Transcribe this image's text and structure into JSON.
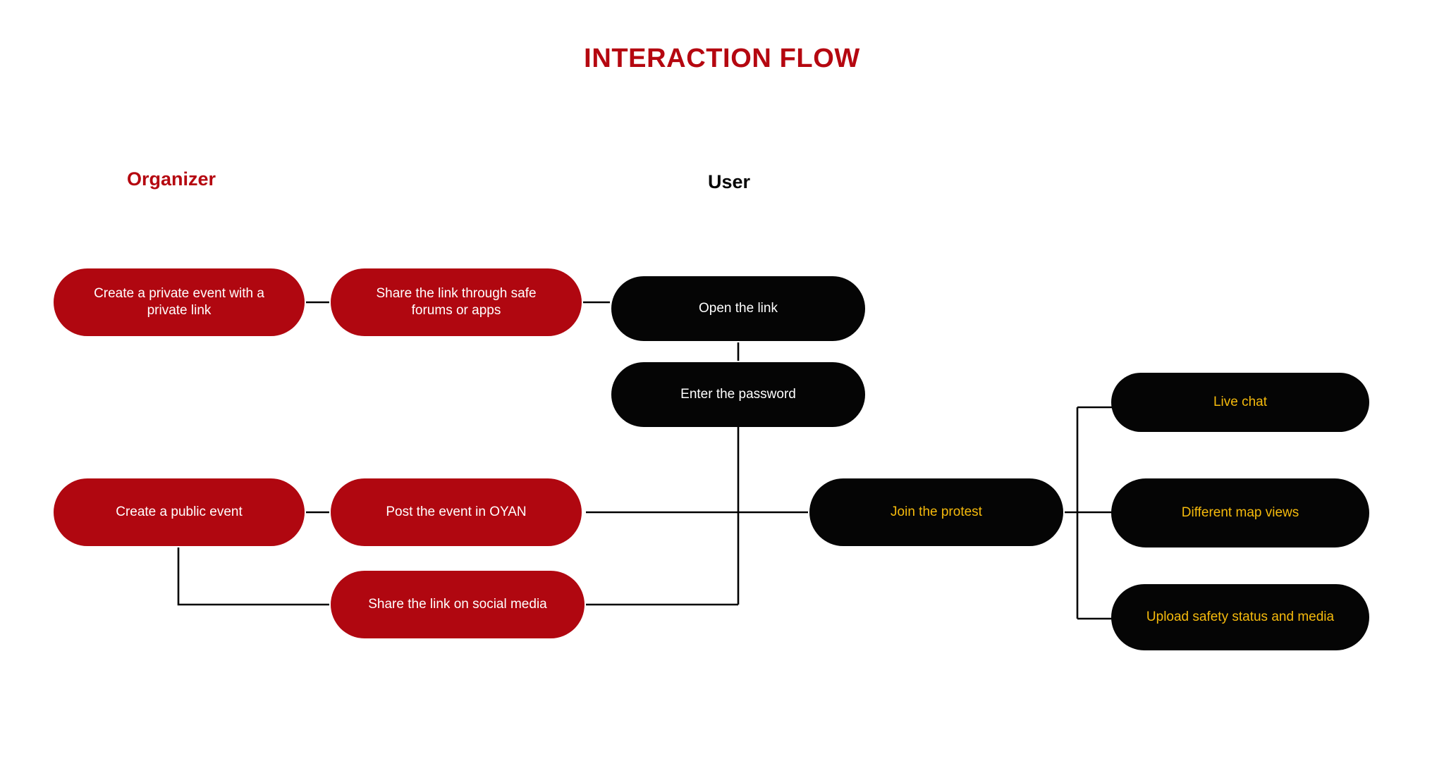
{
  "title": "INTERACTION FLOW",
  "theme": {
    "background": "#ffffff",
    "red": "#B00710",
    "title_red": "#B50710",
    "black": "#050505",
    "amber": "#F5BA0C",
    "white": "#ffffff",
    "connector": "#000000"
  },
  "columns": {
    "organizer_label": "Organizer",
    "user_label": "User"
  },
  "chart_data": {
    "type": "diagram",
    "title": "INTERACTION FLOW",
    "lanes": [
      "Organizer",
      "User"
    ],
    "nodes": [
      {
        "id": "create-private",
        "label": "Create a private event with a\nprivate link",
        "style": "red",
        "lane": "Organizer"
      },
      {
        "id": "share-forums",
        "label": "Share the link through safe\nforums or apps",
        "style": "red",
        "lane": "Organizer"
      },
      {
        "id": "open-link",
        "label": "Open the link",
        "style": "black",
        "lane": "User"
      },
      {
        "id": "enter-password",
        "label": "Enter the password",
        "style": "black",
        "lane": "User"
      },
      {
        "id": "create-public",
        "label": "Create a public event",
        "style": "red",
        "lane": "Organizer"
      },
      {
        "id": "post-oyan",
        "label": "Post the event in OYAN",
        "style": "red",
        "lane": "Organizer"
      },
      {
        "id": "share-social",
        "label": "Share the link on social media",
        "style": "red",
        "lane": "Organizer"
      },
      {
        "id": "join-protest",
        "label": "Join the protest",
        "style": "black-amber",
        "lane": "User"
      },
      {
        "id": "live-chat",
        "label": "Live chat",
        "style": "black-amber",
        "lane": "User"
      },
      {
        "id": "map-views",
        "label": "Different map views",
        "style": "black-amber",
        "lane": "User"
      },
      {
        "id": "upload-safety",
        "label": "Upload safety status and media",
        "style": "black-amber",
        "lane": "User"
      }
    ],
    "edges": [
      {
        "from": "create-private",
        "to": "share-forums"
      },
      {
        "from": "share-forums",
        "to": "open-link"
      },
      {
        "from": "open-link",
        "to": "enter-password"
      },
      {
        "from": "enter-password",
        "to": "share-social"
      },
      {
        "from": "create-public",
        "to": "post-oyan"
      },
      {
        "from": "create-public",
        "to": "share-social"
      },
      {
        "from": "post-oyan",
        "to": "join-protest"
      },
      {
        "from": "share-social",
        "to": "join-protest"
      },
      {
        "from": "join-protest",
        "to": "live-chat"
      },
      {
        "from": "join-protest",
        "to": "map-views"
      },
      {
        "from": "join-protest",
        "to": "upload-safety"
      }
    ]
  },
  "nodes": {
    "create_private": "Create a private event with a\nprivate link",
    "share_forums": "Share the link through safe\nforums or apps",
    "open_link": "Open the link",
    "enter_password": "Enter the password",
    "create_public": "Create a public event",
    "post_oyan": "Post the event in OYAN",
    "share_social": "Share the link on social media",
    "join_protest": "Join the protest",
    "live_chat": "Live chat",
    "map_views": "Different map views",
    "upload_safety": "Upload safety status and media"
  }
}
